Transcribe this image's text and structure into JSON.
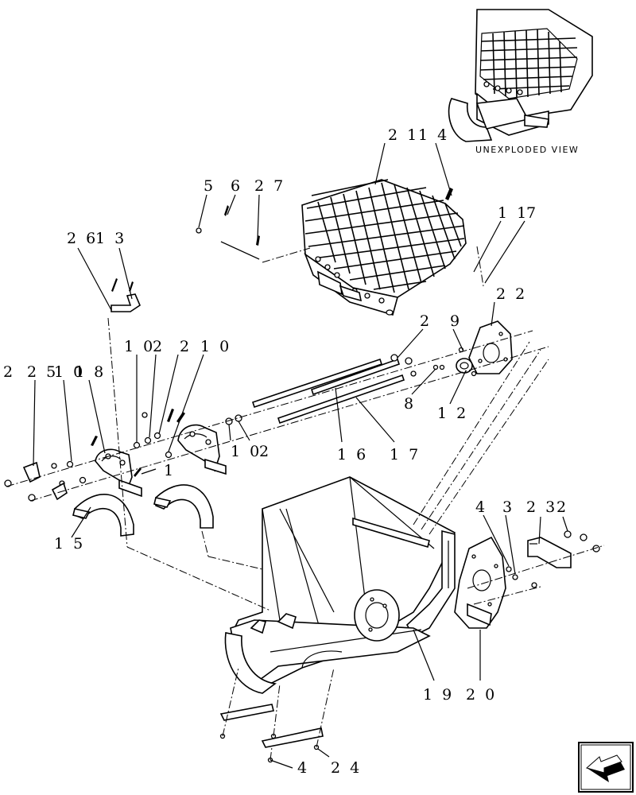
{
  "diagram": {
    "caption": "UNEXPLODED VIEW",
    "callouts": [
      {
        "id": "c-21",
        "text": "2 1"
      },
      {
        "id": "c-14",
        "text": "1 4"
      },
      {
        "id": "c-5",
        "text": "5"
      },
      {
        "id": "c-6",
        "text": "6"
      },
      {
        "id": "c-27",
        "text": "2 7"
      },
      {
        "id": "c-11",
        "text": "1 1"
      },
      {
        "id": "c-7",
        "text": "7"
      },
      {
        "id": "c-26",
        "text": "2 6"
      },
      {
        "id": "c-13",
        "text": "1 3"
      },
      {
        "id": "c-22",
        "text": "2 2"
      },
      {
        "id": "c-2a",
        "text": "2"
      },
      {
        "id": "c-9",
        "text": "9"
      },
      {
        "id": "c-10a",
        "text": "1 0"
      },
      {
        "id": "c-2b",
        "text": "2"
      },
      {
        "id": "c-2c",
        "text": "2"
      },
      {
        "id": "c-10b",
        "text": "1 0"
      },
      {
        "id": "c-2d",
        "text": "2"
      },
      {
        "id": "c-25",
        "text": "2 5"
      },
      {
        "id": "c-10c",
        "text": "1 0"
      },
      {
        "id": "c-18",
        "text": "1 8"
      },
      {
        "id": "c-8",
        "text": "8"
      },
      {
        "id": "c-12",
        "text": "1 2"
      },
      {
        "id": "c-10d",
        "text": "1 0"
      },
      {
        "id": "c-2e",
        "text": "2"
      },
      {
        "id": "c-16",
        "text": "1 6"
      },
      {
        "id": "c-17",
        "text": "1 7"
      },
      {
        "id": "c-1",
        "text": "1"
      },
      {
        "id": "c-15",
        "text": "1 5"
      },
      {
        "id": "c-4a",
        "text": "4"
      },
      {
        "id": "c-3",
        "text": "3"
      },
      {
        "id": "c-23",
        "text": "2 3"
      },
      {
        "id": "c-2f",
        "text": "2"
      },
      {
        "id": "c-19",
        "text": "1 9"
      },
      {
        "id": "c-20",
        "text": "2 0"
      },
      {
        "id": "c-4b",
        "text": "4"
      },
      {
        "id": "c-24",
        "text": "2 4"
      }
    ]
  },
  "nav": {
    "icon": "arrow-icon"
  }
}
